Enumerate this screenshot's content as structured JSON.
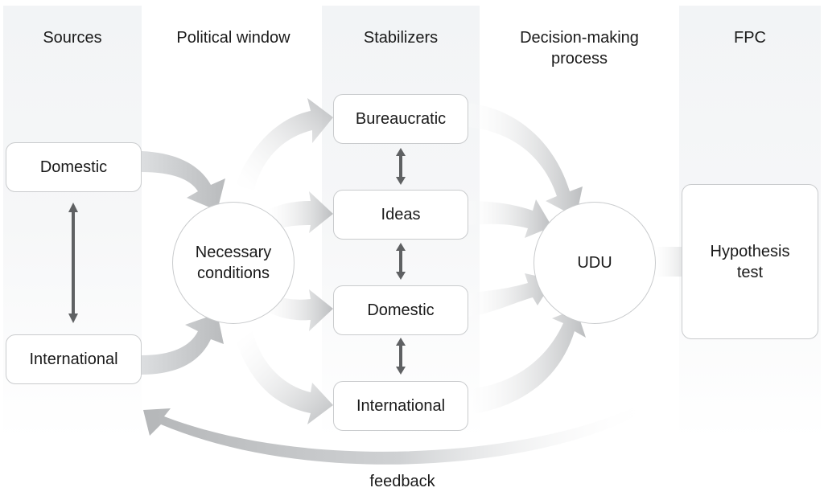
{
  "columns": [
    {
      "id": "sources",
      "heading": "Sources"
    },
    {
      "id": "political-window",
      "heading": "Political window"
    },
    {
      "id": "stabilizers",
      "heading": "Stabilizers"
    },
    {
      "id": "decision-making",
      "heading": "Decision-making\nprocess"
    },
    {
      "id": "fpc",
      "heading": "FPC"
    }
  ],
  "nodes": {
    "sources": [
      "Domestic",
      "International"
    ],
    "political_window": "Necessary\nconditions",
    "stabilizers": [
      "Bureaucratic",
      "Ideas",
      "Domestic",
      "International"
    ],
    "decision": "UDU",
    "fpc": "Hypothesis\ntest"
  },
  "feedback_label": "feedback",
  "colors": {
    "arrow_fill": "#c4c6c8",
    "double_arrow": "#5f6163",
    "box_border": "#c9cbcd",
    "column_bg": "#f3f5f7"
  }
}
